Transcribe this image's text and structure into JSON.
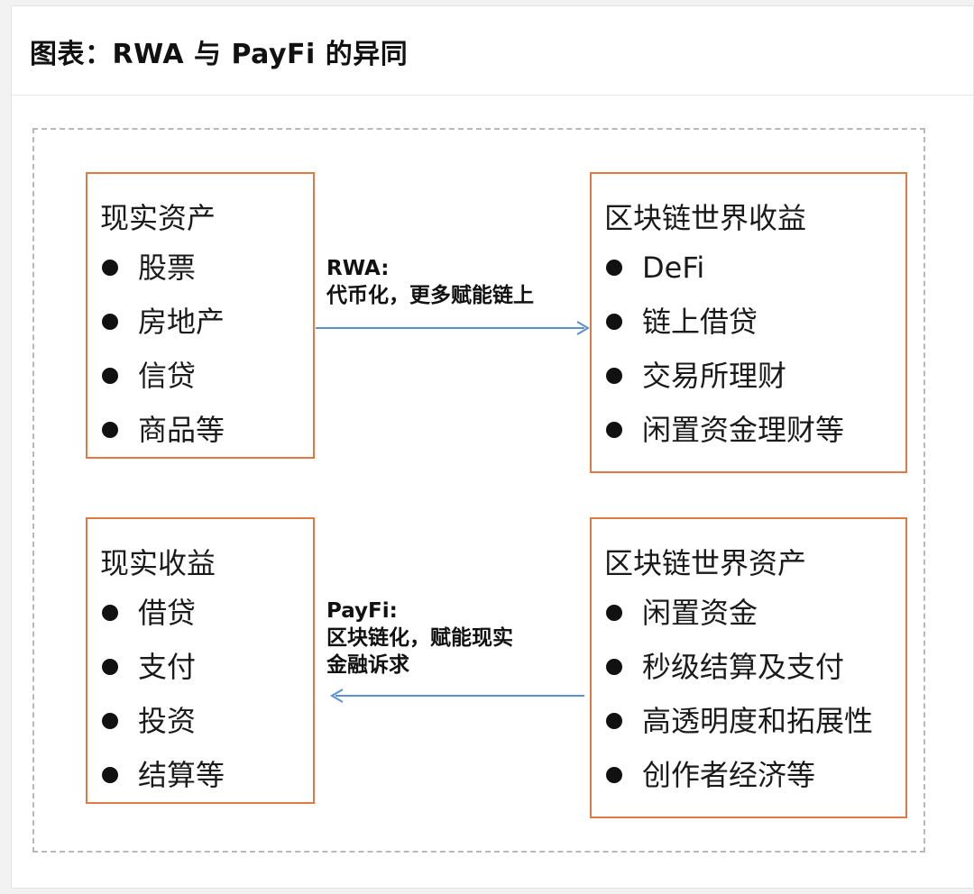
{
  "title": "图表：RWA 与 PayFi 的异同",
  "boxes": {
    "real_assets": {
      "heading": "现实资产",
      "items": [
        "股票",
        "房地产",
        "信贷",
        "商品等"
      ]
    },
    "chain_yield": {
      "heading": "区块链世界收益",
      "items": [
        "DeFi",
        "链上借贷",
        "交易所理财",
        "闲置资金理财等"
      ]
    },
    "real_yield": {
      "heading": "现实收益",
      "items": [
        "借贷",
        "支付",
        "投资",
        "结算等"
      ]
    },
    "chain_assets": {
      "heading": "区块链世界资产",
      "items": [
        "闲置资金",
        "秒级结算及支付",
        "高透明度和拓展性",
        "创作者经济等"
      ]
    }
  },
  "rwa_label": {
    "line1": "RWA:",
    "line2": "代币化，更多赋能链上"
  },
  "payfi_label": {
    "line1": "PayFi:",
    "line2": "区块链化，赋能现实",
    "line3": "金融诉求"
  },
  "colors": {
    "box_border": "#e07a45",
    "arrow": "#5b8fd6"
  }
}
